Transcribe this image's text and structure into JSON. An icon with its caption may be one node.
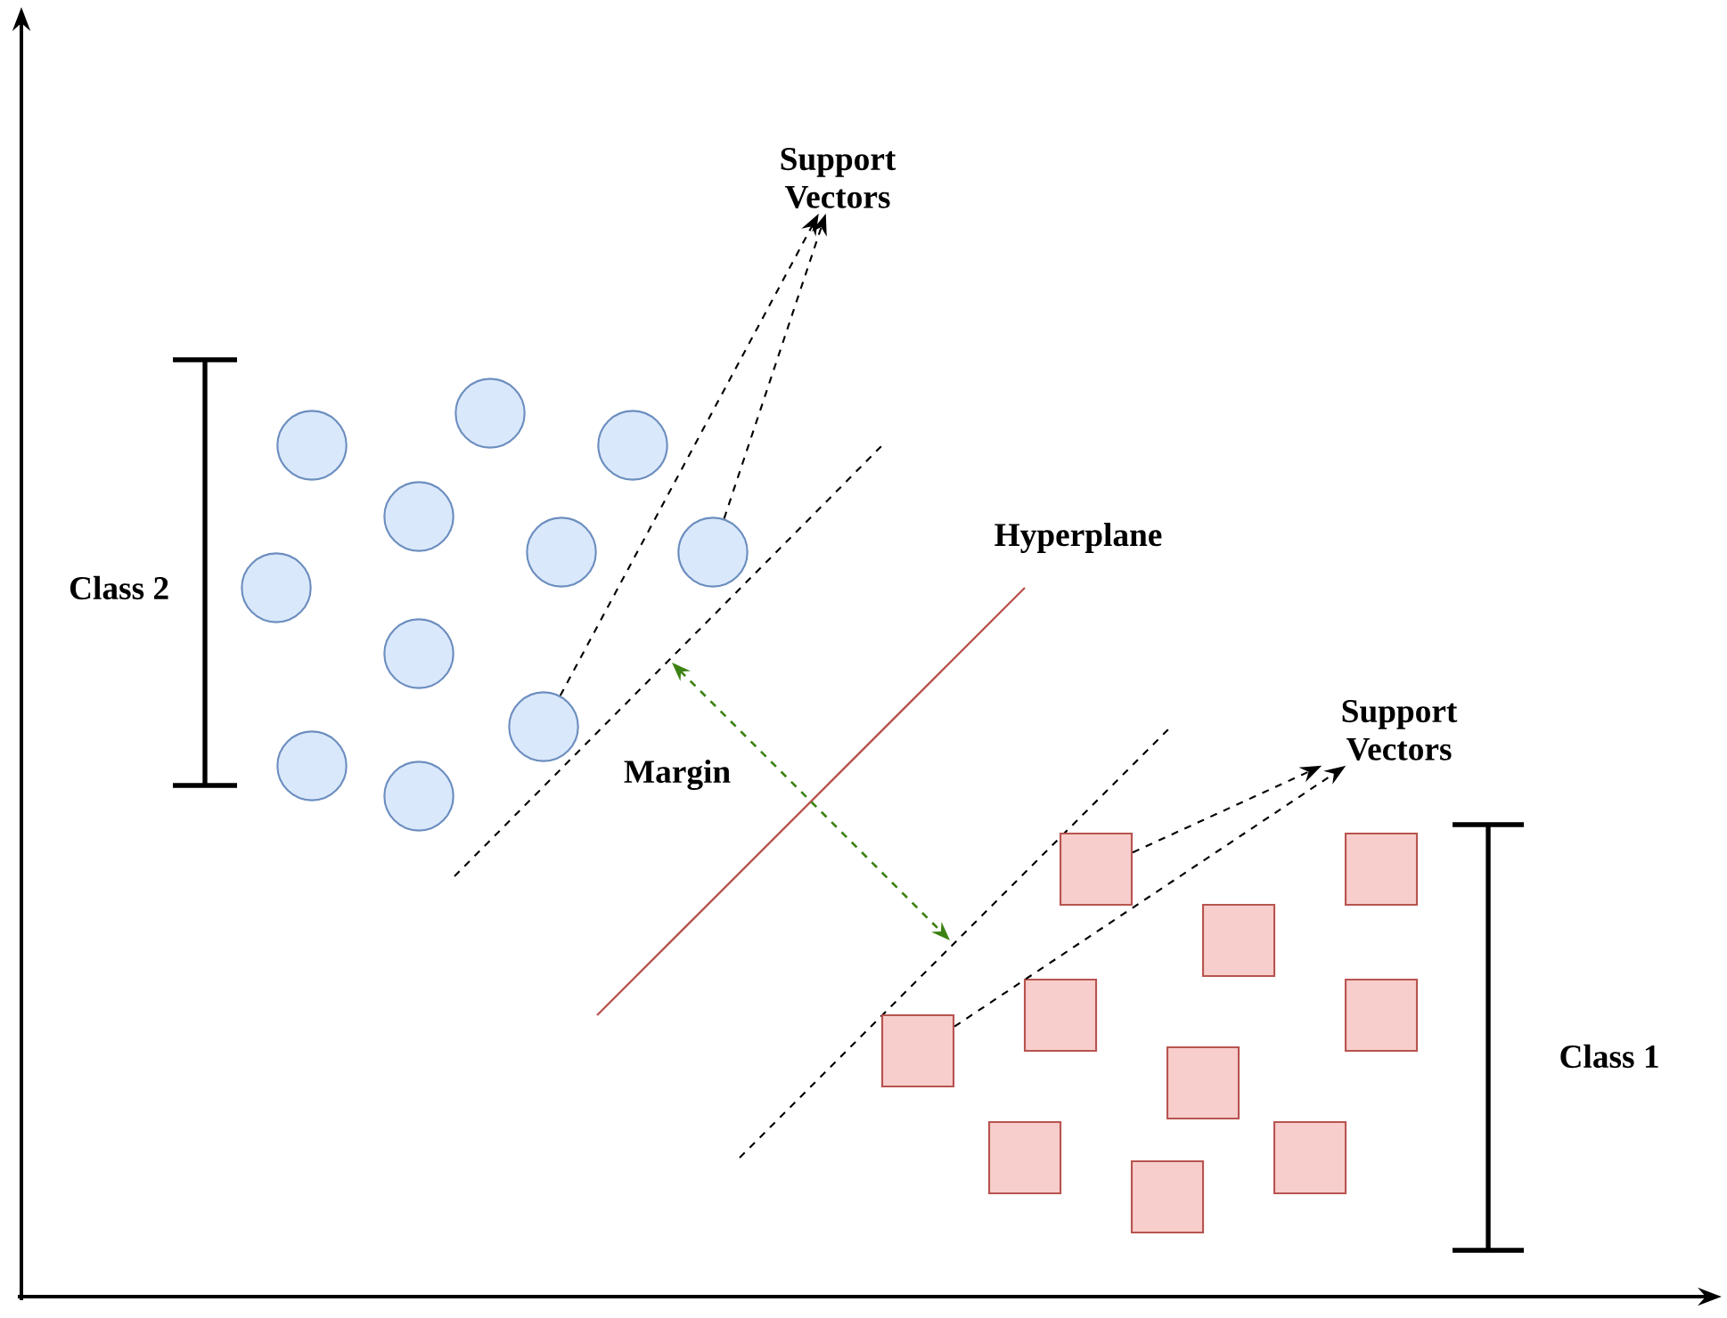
{
  "diagram": {
    "nodes": [
      {
        "text": [
          "Support Vectors"
        ]
      },
      {
        "text": [
          "Support Vectors"
        ]
      },
      {
        "text": [],
        "shape": "circle"
      },
      {
        "text": [],
        "shape": "circle"
      },
      {
        "text": [],
        "shape": "circle"
      },
      {
        "text": [],
        "shape": "circle"
      },
      {
        "text": [],
        "shape": "circle"
      },
      {
        "text": [],
        "shape": "circle"
      },
      {
        "text": [],
        "shape": "circle"
      },
      {
        "text": [],
        "shape": "circle"
      },
      {
        "text": [],
        "shape": "circle"
      },
      {
        "text": [],
        "shape": "circle"
      },
      {
        "text": [],
        "shape": "circle"
      },
      {
        "text": [],
        "shape": "box"
      },
      {
        "text": [],
        "shape": "box"
      },
      {
        "text": [],
        "shape": "box"
      },
      {
        "text": [],
        "shape": "box"
      },
      {
        "text": [],
        "shape": "box"
      },
      {
        "text": [],
        "shape": "box"
      },
      {
        "text": [],
        "shape": "box"
      },
      {
        "text": [],
        "shape": "box"
      },
      {
        "text": [],
        "shape": "box"
      },
      {
        "text": [],
        "shape": "box"
      }
    ],
    "edges": [
      {
        "from": 12,
        "to": 0,
        "arrow": "to",
        "style": "dashed"
      },
      {
        "from": 9,
        "to": 0,
        "arrow": "to",
        "style": "dashed"
      },
      {
        "from": 13,
        "to": 1,
        "arrow": "to",
        "style": "dashed"
      },
      {
        "from": 16,
        "to": 1,
        "arrow": "to",
        "style": "dashed"
      }
    ],
    "labels": [
      "Class 2",
      "Hyperplane",
      "Margin",
      "Class 1"
    ]
  }
}
